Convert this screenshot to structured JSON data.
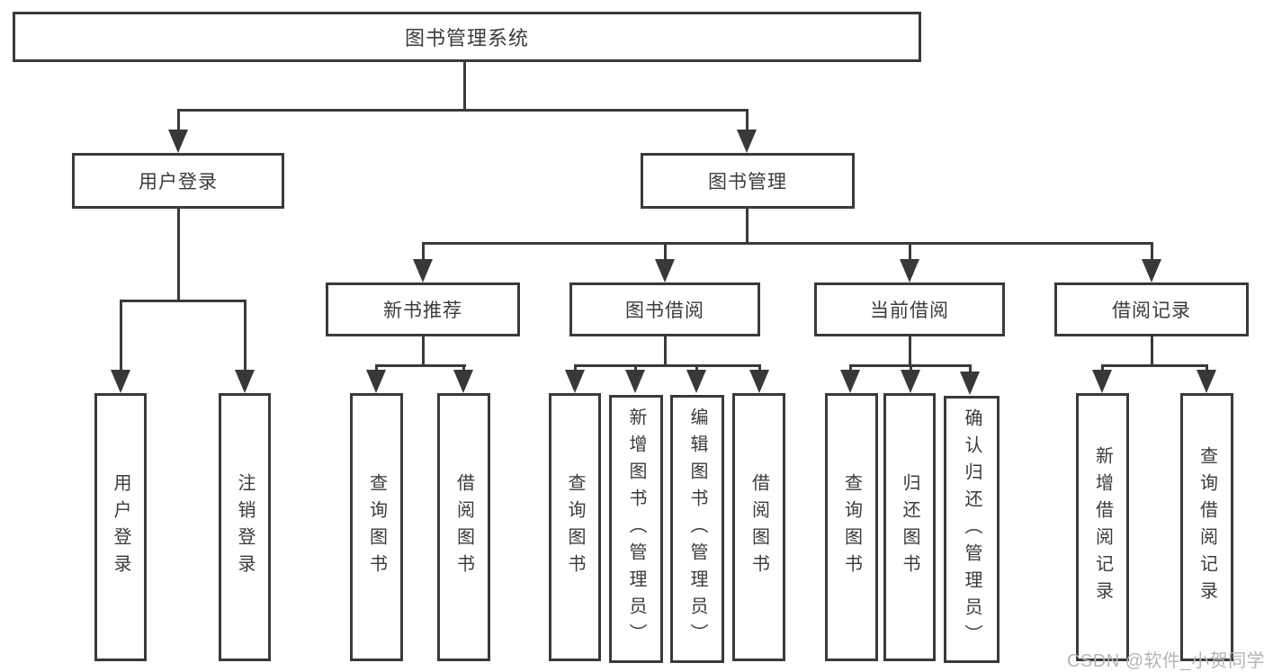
{
  "diagram": {
    "root": {
      "label": "图书管理系统",
      "children": [
        {
          "label": "用户登录",
          "children": [
            {
              "label": "用户登录"
            },
            {
              "label": "注销登录"
            }
          ]
        },
        {
          "label": "图书管理",
          "children": [
            {
              "label": "新书推荐",
              "children": [
                {
                  "label": "查询图书"
                },
                {
                  "label": "借阅图书"
                }
              ]
            },
            {
              "label": "图书借阅",
              "children": [
                {
                  "label": "查询图书"
                },
                {
                  "label": "新增图书（管理员）"
                },
                {
                  "label": "编辑图书（管理员）"
                },
                {
                  "label": "借阅图书"
                }
              ]
            },
            {
              "label": "当前借阅",
              "children": [
                {
                  "label": "查询图书"
                },
                {
                  "label": "归还图书"
                },
                {
                  "label": "确认归还（管理员）"
                }
              ]
            },
            {
              "label": "借阅记录",
              "children": [
                {
                  "label": "新增借阅记录"
                },
                {
                  "label": "查询借阅记录"
                }
              ]
            }
          ]
        }
      ]
    },
    "watermark": "CSDN @软件_小贺同学",
    "colors": {
      "line": "#3a3a3a",
      "text": "#3b3b3b",
      "background": "#ffffff",
      "watermark": "#b5b5b5"
    }
  }
}
